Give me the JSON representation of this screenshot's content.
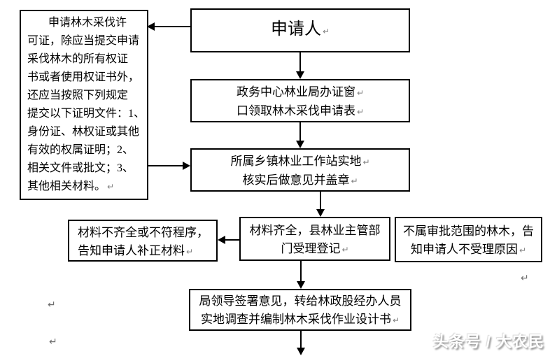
{
  "page": {
    "pilcrow": "↵",
    "watermark": "头条号 / 大农民"
  },
  "colors": {
    "line": "#000000",
    "box_border": "#000000",
    "watermark_text": "#ffffff",
    "watermark_shadow": "#8f8f8f",
    "return_mark": "#808080"
  },
  "flowchart": {
    "side_note": {
      "lines": [
        "申请林木采伐许",
        "可证，除应当提交申请",
        "采伐林木的所有权证",
        "书或者使用权证书外，",
        "还应当按照下列规定",
        "提交以下证明文件：1、",
        "身份证、林权证或其他",
        "有效的权属证明；2、",
        "相关文件或批文；3、",
        "其他相关材料。"
      ]
    },
    "applicant": "申请人",
    "window": [
      "政务中心林业局办证窗",
      "口领取林木采伐申请表"
    ],
    "station": [
      "所属乡镇林业工作站实地",
      "核实后做意见并盖章"
    ],
    "incomplete": [
      "材料不齐全或不符程序，",
      "告知申请人补正材料"
    ],
    "accepted": [
      "材料齐全，县林业主管部",
      "门受理登记"
    ],
    "rejected": [
      "不属审批范围的林木，告",
      "知申请人不受理原因"
    ],
    "leader": [
      "局领导签署意见，转给林政股经办人员",
      "实地调查并编制林木采伐作业设计书"
    ]
  }
}
